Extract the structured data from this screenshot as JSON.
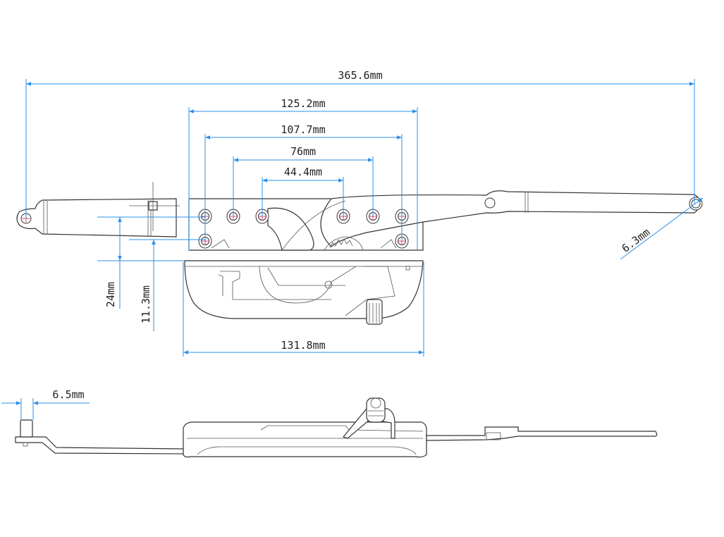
{
  "title": "Casement window operator dimension drawing",
  "dimensions": {
    "overall_length": "365.6mm",
    "housing_hole_span": "125.2mm",
    "outer_hole_span": "107.7mm",
    "middle_hole_span": "76mm",
    "inner_hole_span": "44.4mm",
    "base_width": "131.8mm",
    "hole_offset_height": "24mm",
    "lower_hole_height": "11.3mm",
    "eye_diameter": "6.3mm",
    "pin_height": "6.5mm"
  },
  "colors": {
    "dimension_line": "#2b8fe8",
    "hole_center_mark": "#e0306a",
    "outline": "#333333"
  }
}
